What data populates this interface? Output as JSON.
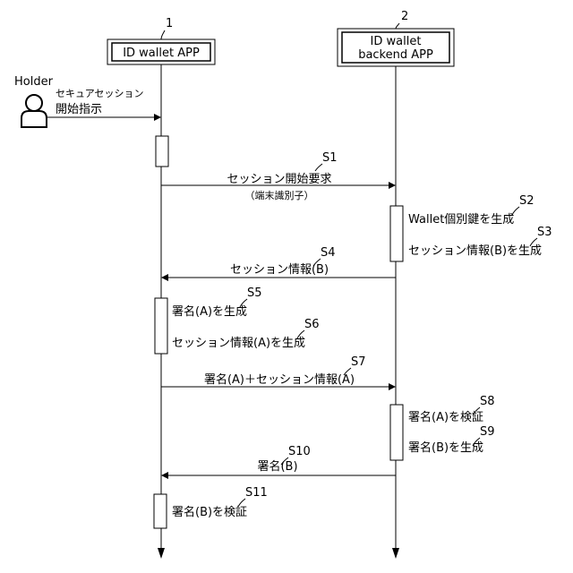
{
  "participants": {
    "app": {
      "number": "1",
      "label": "ID wallet APP"
    },
    "backend": {
      "number": "2",
      "label_line1": "ID wallet",
      "label_line2": "backend APP"
    }
  },
  "holder": {
    "label": "Holder",
    "instruction_line1": "セキュアセッション",
    "instruction_line2": "開始指示"
  },
  "steps": {
    "s1": {
      "id": "S1",
      "label": "セッション開始要求",
      "sublabel": "（端末識別子）"
    },
    "s2": {
      "id": "S2",
      "label": "Wallet個別鍵を生成"
    },
    "s3": {
      "id": "S3",
      "label": "セッション情報(B)を生成"
    },
    "s4": {
      "id": "S4",
      "label": "セッション情報(B)"
    },
    "s5": {
      "id": "S5",
      "label": "署名(A)を生成"
    },
    "s6": {
      "id": "S6",
      "label": "セッション情報(A)を生成"
    },
    "s7": {
      "id": "S7",
      "label": "署名(A)＋セッション情報(A)"
    },
    "s8": {
      "id": "S8",
      "label": "署名(A)を検証"
    },
    "s9": {
      "id": "S9",
      "label": "署名(B)を生成"
    },
    "s10": {
      "id": "S10",
      "label": "署名(B)"
    },
    "s11": {
      "id": "S11",
      "label": "署名(B)を検証"
    }
  }
}
